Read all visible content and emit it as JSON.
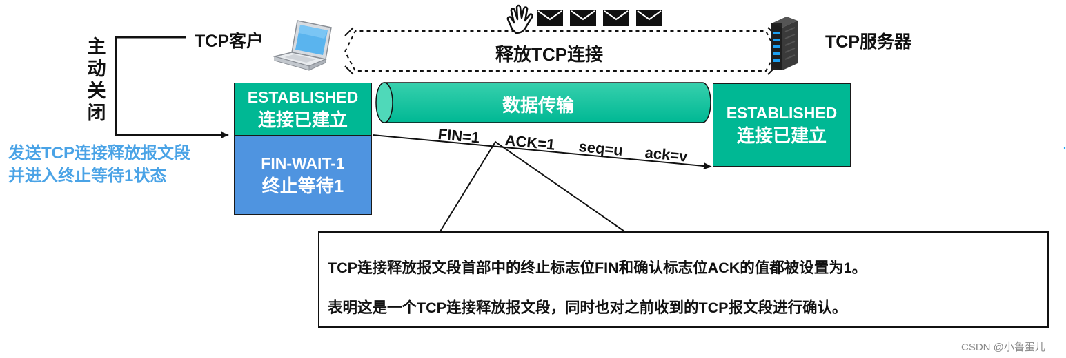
{
  "client": {
    "label": "TCP客户",
    "active_close_label": "主动关闭",
    "note_lines": [
      "发送TCP连接释放报文段",
      "并进入终止等待1状态"
    ],
    "state_before": {
      "en": "ESTABLISHED",
      "cn": "连接已建立"
    },
    "state_after": {
      "en": "FIN-WAIT-1",
      "cn": "终止等待1"
    }
  },
  "server": {
    "label": "TCP服务器",
    "state": {
      "en": "ESTABLISHED",
      "cn": "连接已建立"
    }
  },
  "release_label": "释放TCP连接",
  "data_transfer_label": "数据传输",
  "segment_fields": [
    "FIN=1",
    "ACK=1",
    "seq=u",
    "ack=v"
  ],
  "callout": {
    "lines": [
      "TCP连接释放报文段首部中的终止标志位FIN和确认标志位ACK的值都被设置为1。",
      "表明这是一个TCP连接释放报文段，同时也对之前收到的TCP报文段进行确认。"
    ]
  },
  "watermark": "CSDN @小鲁蛋儿",
  "colors": {
    "established": "#00b894",
    "fin_wait": "#4f94e0",
    "note_text": "#4aa3e6"
  },
  "icons": [
    "laptop-icon",
    "server-icon",
    "hand-icon",
    "envelope-icon"
  ]
}
